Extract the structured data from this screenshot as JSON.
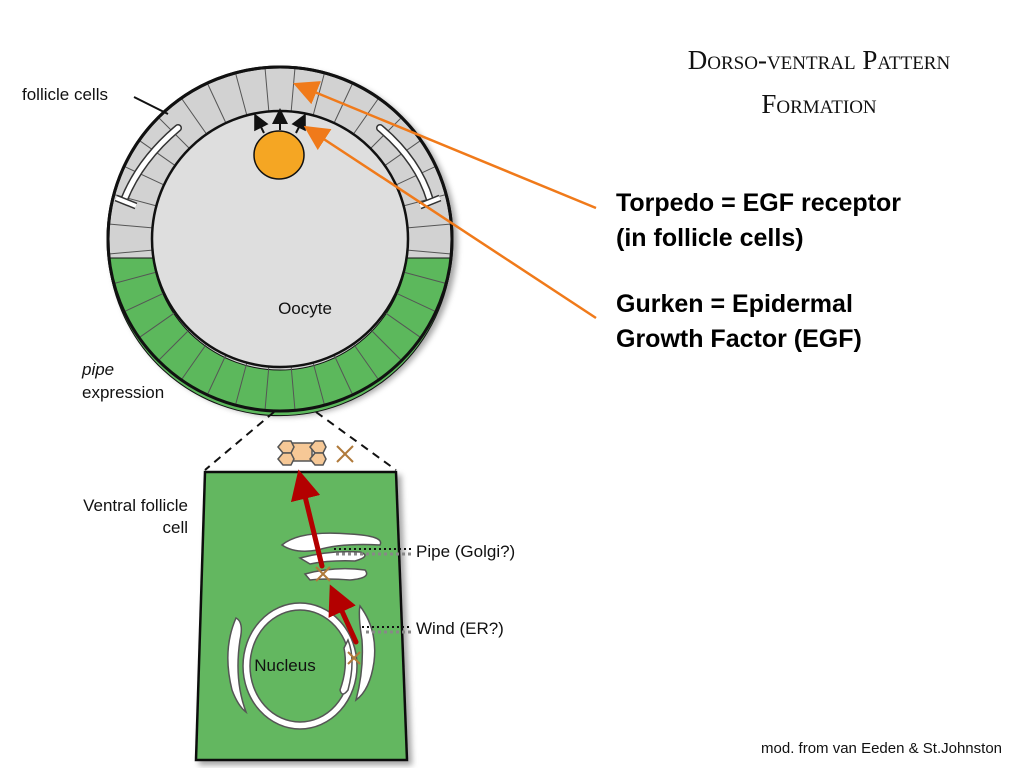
{
  "title": {
    "line1": "Dorso-ventral Pattern",
    "line2": "Formation"
  },
  "callouts": {
    "torpedo": [
      "Torpedo = EGF receptor",
      "(in follicle cells)"
    ],
    "gurken": [
      "Gurken = Epidermal",
      "Growth Factor (EGF)"
    ]
  },
  "labels": {
    "follicle_cells": "follicle cells",
    "oocyte": "Oocyte",
    "pipe_italic": "pipe",
    "pipe_expression": "expression",
    "ventral_follicle_cell": [
      "Ventral follicle",
      "cell"
    ],
    "pipe_golgi": "Pipe (Golgi?)",
    "wind_er": "Wind (ER?)",
    "nucleus": "Nucleus"
  },
  "credit": "mod. from van Eeden & St.Johnston",
  "colors": {
    "follicle_gray": "#d2d2d2",
    "pipe_green": "#5cb85c",
    "cell_green": "#63b760",
    "oocyte_gray": "#dedede",
    "gurken_orange": "#f5a623",
    "arrow_orange": "#f07a1a",
    "transport_red": "#b30000"
  },
  "icons": [
    "egf-signal-arrow-icon",
    "blocked-x-icon",
    "receptor-complex-icon"
  ]
}
